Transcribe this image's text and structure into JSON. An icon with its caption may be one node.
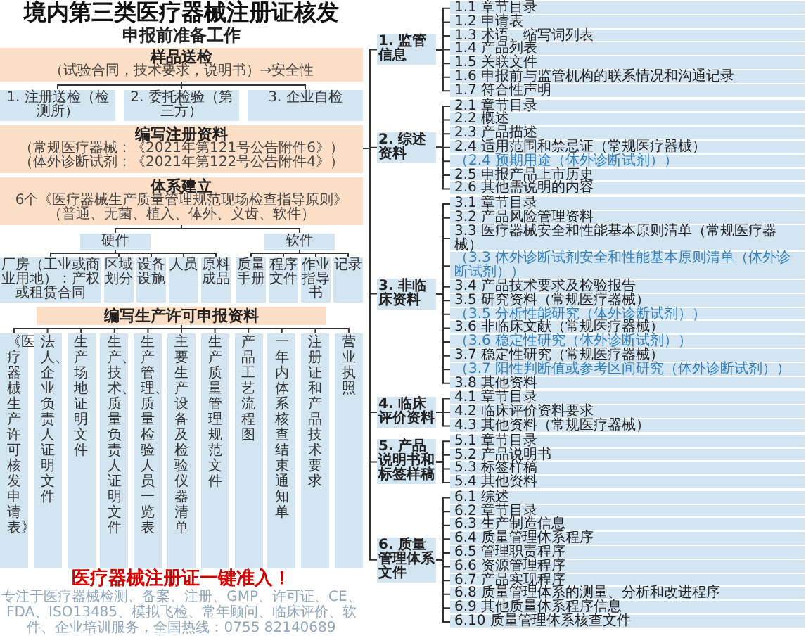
{
  "diagram": {
    "title": "境内第三类医疗器械注册证核发",
    "nodes": [
      {
        "text": [
          "样品送检",
          "（试验合同，技术要求，说明书）→安全性"
        ]
      },
      {
        "text": [
          "1. 注册送检（检测所）"
        ]
      },
      {
        "text": [
          "2. 委托检验（第三方）"
        ]
      },
      {
        "text": [
          "3. 企业自检"
        ]
      },
      {
        "text": [
          "编写注册资料",
          "（常规医疗器械：《2021年第121号公告附件6》）",
          "（体外诊断试剂：《2021年第122号公告附件4》）"
        ]
      },
      {
        "text": [
          "体系建立",
          "6个《医疗器械生产质量管理规范现场检查指导原则》（普通、无菌、植入、体外、义齿、软件）"
        ]
      },
      {
        "text": [
          "硬件"
        ]
      },
      {
        "text": [
          "软件"
        ]
      },
      {
        "text": [
          "厂房（工业或商业用地）：产权或租赁合同"
        ]
      },
      {
        "text": [
          "区域划分"
        ]
      },
      {
        "text": [
          "设备设施"
        ]
      },
      {
        "text": [
          "人员"
        ]
      },
      {
        "text": [
          "原料成品"
        ]
      },
      {
        "text": [
          "质量手册"
        ]
      },
      {
        "text": [
          "程序文件"
        ]
      },
      {
        "text": [
          "作业指导书"
        ]
      },
      {
        "text": [
          "记录"
        ]
      },
      {
        "text": [
          "编写生产许可申报资料"
        ]
      },
      {
        "text": [
          "《医疗器械生产许可核发申请表》"
        ]
      },
      {
        "text": [
          "法人、企业负责人证明文件"
        ]
      },
      {
        "text": [
          "生产场地证明文件"
        ]
      },
      {
        "text": [
          "生产、技术、质量负责人证明文件"
        ]
      },
      {
        "text": [
          "生产管理、质量检验人员一览表"
        ]
      },
      {
        "text": [
          "主要生产设备及检验仪器清单"
        ]
      },
      {
        "text": [
          "生产质量管理规范文件"
        ]
      },
      {
        "text": [
          "产品工艺流程图"
        ]
      },
      {
        "text": [
          "一年内体系核查结束通知单"
        ]
      },
      {
        "text": [
          "注册证和产品技术要求"
        ]
      },
      {
        "text": [
          "营业执照"
        ]
      },
      {
        "text": [
          "1. 监管信息"
        ]
      },
      {
        "text": [
          "1.1 章节目录"
        ]
      },
      {
        "text": [
          "1.2 申请表"
        ]
      },
      {
        "text": [
          "1.3 术语、缩写词列表"
        ]
      },
      {
        "text": [
          "1.4 产品列表"
        ]
      },
      {
        "text": [
          "1.5 关联文件"
        ]
      },
      {
        "text": [
          "1.6 申报前与监管机构的联系情况和沟通记录"
        ]
      },
      {
        "text": [
          "1.7 符合性声明"
        ]
      },
      {
        "text": [
          "2. 综述资料"
        ]
      },
      {
        "text": [
          "2.1 章节目录"
        ]
      },
      {
        "text": [
          "2.2 概述"
        ]
      },
      {
        "text": [
          "2.3 产品描述"
        ]
      },
      {
        "text": [
          "2.4 适用范围和禁忌证（常规医疗器械）"
        ]
      },
      {
        "text": [
          "（2.4 预期用途（体外诊断试剂））"
        ]
      },
      {
        "text": [
          "2.5 申报产品上市历史"
        ]
      },
      {
        "text": [
          "2.6 其他需说明的内容"
        ]
      },
      {
        "text": [
          "3. 非临床资料"
        ]
      },
      {
        "text": [
          "3.1 章节目录"
        ]
      },
      {
        "text": [
          "3.2 产品风险管理资料"
        ]
      },
      {
        "text": [
          "3.3 医疗器械安全和性能基本原则清单（常规医疗器械）"
        ]
      },
      {
        "text": [
          "（3.3 体外诊断试剂安全和性能基本原则清单（体外诊断试剂））"
        ]
      },
      {
        "text": [
          "3.4 产品技术要求及检验报告"
        ]
      },
      {
        "text": [
          "3.5 研究资料（常规医疗器械）"
        ]
      },
      {
        "text": [
          "（3.5 分析性能研究（体外诊断试剂））"
        ]
      },
      {
        "text": [
          "3.6 非临床文献（常规医疗器械）"
        ]
      },
      {
        "text": [
          "（3.6 稳定性研究（体外诊断试剂））"
        ]
      },
      {
        "text": [
          "3.7 稳定性研究（常规医疗器械）"
        ]
      },
      {
        "text": [
          "（3.7 阳性判断值或参考区间研究（体外诊断试剂））"
        ]
      },
      {
        "text": [
          "3.8 其他资料"
        ]
      },
      {
        "text": [
          "4. 临床评价资料"
        ]
      },
      {
        "text": [
          "4.1 章节目录"
        ]
      },
      {
        "text": [
          "4.2 临床评价资料要求"
        ]
      },
      {
        "text": [
          "4.3 其他资料（常规医疗器械）"
        ]
      },
      {
        "text": [
          "5. 产品说明书和标签样稿"
        ]
      },
      {
        "text": [
          "5.1 章节目录"
        ]
      },
      {
        "text": [
          "5.2 产品说明书"
        ]
      },
      {
        "text": [
          "5.3 标签样稿"
        ]
      },
      {
        "text": [
          "5.4 其他资料"
        ]
      },
      {
        "text": [
          "6. 质量管理体系文件"
        ]
      },
      {
        "text": [
          "6.1 综述"
        ]
      },
      {
        "text": [
          "6.2 章节目录"
        ]
      },
      {
        "text": [
          "6.3 生产制造信息"
        ]
      },
      {
        "text": [
          "6.4 质量管理体系程序"
        ]
      },
      {
        "text": [
          "6.5 管理职责程序"
        ]
      },
      {
        "text": [
          "6.6 资源管理程序"
        ]
      },
      {
        "text": [
          "6.7 产品实现程序"
        ]
      },
      {
        "text": [
          "6.8 质量管理体系的测量、分析和改进程序"
        ]
      },
      {
        "text": [
          "6.9 其他质量体系程序信息"
        ]
      },
      {
        "text": [
          "6.10 质量管理体系核查文件"
        ]
      }
    ],
    "edges": [
      {
        "from": 0,
        "to": 1,
        "arrow": "none"
      },
      {
        "from": 0,
        "to": 2,
        "arrow": "none"
      },
      {
        "from": 0,
        "to": 3,
        "arrow": "none"
      },
      {
        "from": 5,
        "to": 6,
        "arrow": "none"
      },
      {
        "from": 5,
        "to": 7,
        "arrow": "none"
      },
      {
        "from": 6,
        "to": 8,
        "arrow": "none"
      },
      {
        "from": 6,
        "to": 9,
        "arrow": "none"
      },
      {
        "from": 6,
        "to": 10,
        "arrow": "none"
      },
      {
        "from": 6,
        "to": 11,
        "arrow": "none"
      },
      {
        "from": 6,
        "to": 12,
        "arrow": "none"
      },
      {
        "from": 7,
        "to": 13,
        "arrow": "none"
      },
      {
        "from": 7,
        "to": 14,
        "arrow": "none"
      },
      {
        "from": 7,
        "to": 15,
        "arrow": "none"
      },
      {
        "from": 7,
        "to": 16,
        "arrow": "none"
      },
      {
        "from": 17,
        "to": 18,
        "arrow": "none"
      },
      {
        "from": 17,
        "to": 19,
        "arrow": "none"
      },
      {
        "from": 17,
        "to": 20,
        "arrow": "none"
      },
      {
        "from": 17,
        "to": 21,
        "arrow": "none"
      },
      {
        "from": 17,
        "to": 22,
        "arrow": "none"
      },
      {
        "from": 17,
        "to": 23,
        "arrow": "none"
      },
      {
        "from": 17,
        "to": 24,
        "arrow": "none"
      },
      {
        "from": 17,
        "to": 25,
        "arrow": "none"
      },
      {
        "from": 17,
        "to": 26,
        "arrow": "none"
      },
      {
        "from": 17,
        "to": 27,
        "arrow": "none"
      },
      {
        "from": 17,
        "to": 28,
        "arrow": "none"
      },
      {
        "from": 4,
        "to": 29,
        "arrow": "none"
      },
      {
        "from": 4,
        "to": 37,
        "arrow": "none"
      },
      {
        "from": 4,
        "to": 45,
        "arrow": "none"
      },
      {
        "from": 4,
        "to": 58,
        "arrow": "none"
      },
      {
        "from": 4,
        "to": 62,
        "arrow": "none"
      },
      {
        "from": 4,
        "to": 67,
        "arrow": "none"
      },
      {
        "from": 29,
        "to": 30,
        "arrow": "none"
      },
      {
        "from": 29,
        "to": 31,
        "arrow": "none"
      },
      {
        "from": 29,
        "to": 32,
        "arrow": "none"
      },
      {
        "from": 29,
        "to": 33,
        "arrow": "none"
      },
      {
        "from": 29,
        "to": 34,
        "arrow": "none"
      },
      {
        "from": 29,
        "to": 35,
        "arrow": "none"
      },
      {
        "from": 29,
        "to": 36,
        "arrow": "none"
      },
      {
        "from": 37,
        "to": 38,
        "arrow": "none"
      },
      {
        "from": 37,
        "to": 39,
        "arrow": "none"
      },
      {
        "from": 37,
        "to": 40,
        "arrow": "none"
      },
      {
        "from": 37,
        "to": 41,
        "arrow": "none"
      },
      {
        "from": 37,
        "to": 42,
        "arrow": "none"
      },
      {
        "from": 37,
        "to": 43,
        "arrow": "none"
      },
      {
        "from": 37,
        "to": 44,
        "arrow": "none"
      },
      {
        "from": 45,
        "to": 46,
        "arrow": "none"
      },
      {
        "from": 45,
        "to": 47,
        "arrow": "none"
      },
      {
        "from": 45,
        "to": 48,
        "arrow": "none"
      },
      {
        "from": 45,
        "to": 49,
        "arrow": "none"
      },
      {
        "from": 45,
        "to": 50,
        "arrow": "none"
      },
      {
        "from": 45,
        "to": 51,
        "arrow": "none"
      },
      {
        "from": 45,
        "to": 52,
        "arrow": "none"
      },
      {
        "from": 45,
        "to": 53,
        "arrow": "none"
      },
      {
        "from": 45,
        "to": 54,
        "arrow": "none"
      },
      {
        "from": 45,
        "to": 55,
        "arrow": "none"
      },
      {
        "from": 45,
        "to": 56,
        "arrow": "none"
      },
      {
        "from": 45,
        "to": 57,
        "arrow": "none"
      },
      {
        "from": 58,
        "to": 59,
        "arrow": "none"
      },
      {
        "from": 58,
        "to": 60,
        "arrow": "none"
      },
      {
        "from": 58,
        "to": 61,
        "arrow": "none"
      },
      {
        "from": 62,
        "to": 63,
        "arrow": "none"
      },
      {
        "from": 62,
        "to": 64,
        "arrow": "none"
      },
      {
        "from": 62,
        "to": 65,
        "arrow": "none"
      },
      {
        "from": 62,
        "to": 66,
        "arrow": "none"
      },
      {
        "from": 67,
        "to": 68,
        "arrow": "none"
      },
      {
        "from": 67,
        "to": 69,
        "arrow": "none"
      },
      {
        "from": 67,
        "to": 70,
        "arrow": "none"
      },
      {
        "from": 67,
        "to": 71,
        "arrow": "none"
      },
      {
        "from": 67,
        "to": 72,
        "arrow": "none"
      },
      {
        "from": 67,
        "to": 73,
        "arrow": "none"
      },
      {
        "from": 67,
        "to": 74,
        "arrow": "none"
      },
      {
        "from": 67,
        "to": 75,
        "arrow": "none"
      },
      {
        "from": 67,
        "to": 76,
        "arrow": "none"
      },
      {
        "from": 67,
        "to": 77,
        "arrow": "none"
      }
    ],
    "labels": [
      "申报前准备工作",
      "医疗器械注册证一键准入！",
      "专注于医疗器械检测、备案、注册、GMP、许可证、CE、FDA、ISO13485、模拟飞检、常年顾问、临床评价、软件、企业培训服务，全国热线：0755 82140689"
    ]
  }
}
